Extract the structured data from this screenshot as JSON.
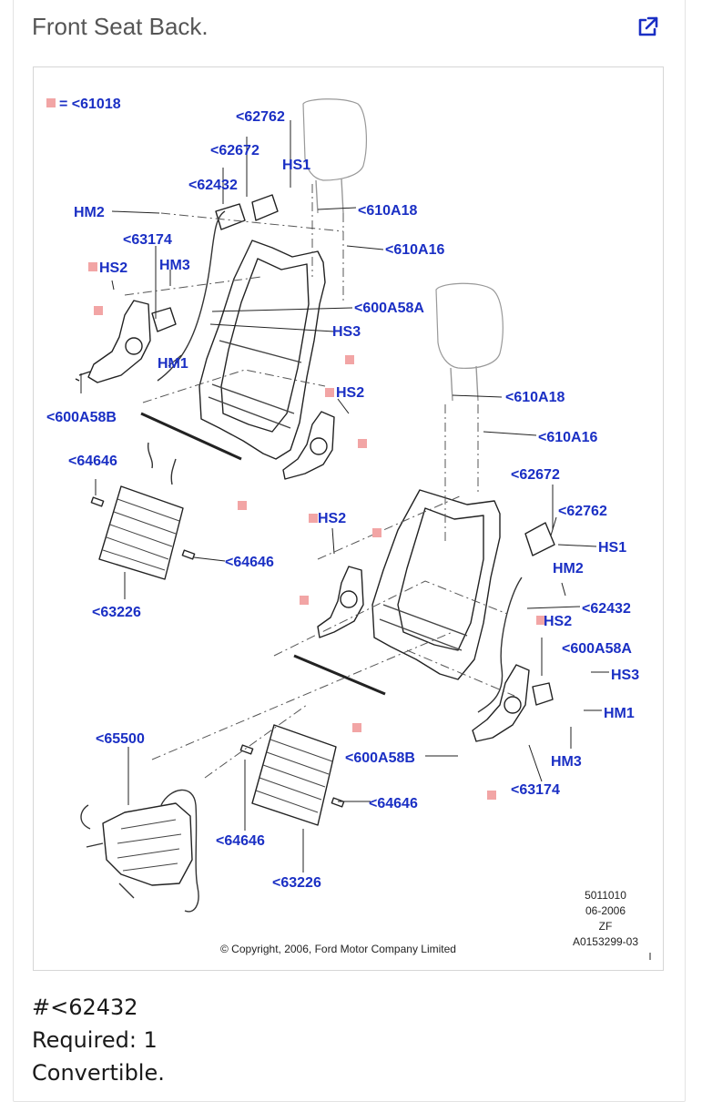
{
  "header": {
    "title": "Front Seat Back.",
    "external_link_icon": "external-link-icon"
  },
  "diagram": {
    "legend": "= <61018",
    "labels": {
      "l01": "<62762",
      "l02": "<62672",
      "l03": "HS1",
      "l04": "<62432",
      "l05": "HM2",
      "l06": "<610A18",
      "l07": "<610A16",
      "l08": "<63174",
      "l09": "HS2",
      "l10": "HM3",
      "l11": "<600A58A",
      "l12": "HS3",
      "l13": "HM1",
      "l14": "HS2",
      "l15": "<600A58B",
      "l16": "<610A18",
      "l17": "<610A16",
      "l18": "<64646",
      "l19": "<62672",
      "l20": "<62762",
      "l21": "HS2",
      "l22": "HS1",
      "l23": "<64646",
      "l24": "HM2",
      "l25": "<63226",
      "l26": "<62432",
      "l27": "HS2",
      "l28": "<600A58A",
      "l29": "HS3",
      "l30": "HM1",
      "l31": "<65500",
      "l32": "<600A58B",
      "l33": "HM3",
      "l34": "<63174",
      "l35": "<64646",
      "l36": "<64646",
      "l37": "<63226"
    },
    "ref_lines": [
      "5011010",
      "06-2006",
      "ZF",
      "A0153299-03"
    ],
    "copyright": "© Copyright, 2006, Ford Motor Company Limited",
    "marker_color": "#f2a5a5",
    "label_color": "#1a2fc4"
  },
  "footer": {
    "part_number": "#<62432",
    "required": "Required: 1",
    "note": "Convertible."
  }
}
